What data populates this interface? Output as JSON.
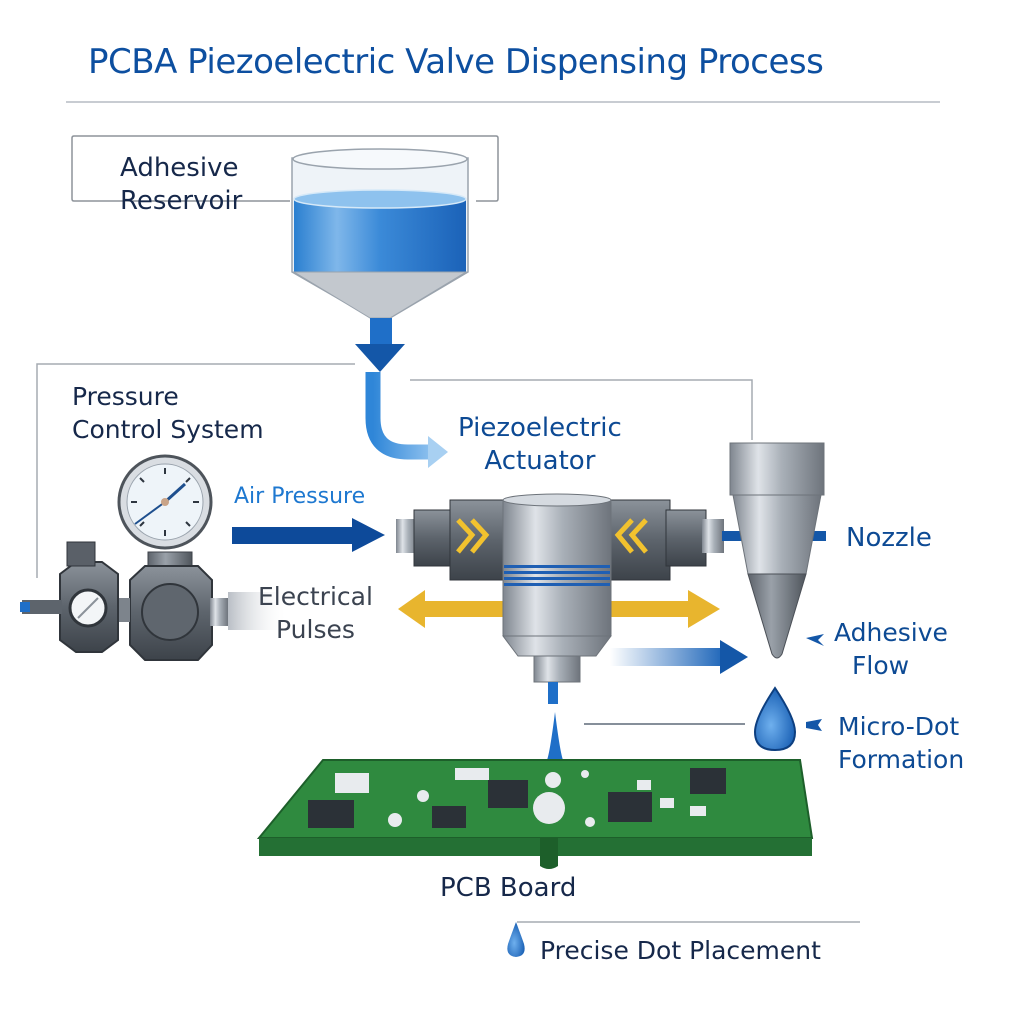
{
  "title": "PCBA Piezoelectric Valve Dispensing Process",
  "labels": {
    "reservoir": [
      "Adhesive",
      "Reservoir"
    ],
    "pressure_control": [
      "Pressure",
      "Control System"
    ],
    "air_pressure": "Air Pressure",
    "electrical_pulses": [
      "Electrical",
      "Pulses"
    ],
    "actuator": [
      "Piezoelectric",
      "Actuator"
    ],
    "nozzle": "Nozzle",
    "adhesive_flow": [
      "Adhesive",
      "Flow"
    ],
    "micro_dot": [
      "Micro-Dot",
      "Formation"
    ],
    "pcb_board": "PCB Board",
    "precise_dot": "Precise Dot Placement"
  },
  "colors": {
    "title": "#0d4fa0",
    "adhesive_blue": "#1f6fc8",
    "arrow_blue": "#0d4a9a",
    "pulse_yellow": "#e8b52e",
    "pcb_green": "#2e8b3e",
    "metal_gray": "#8a9099"
  }
}
